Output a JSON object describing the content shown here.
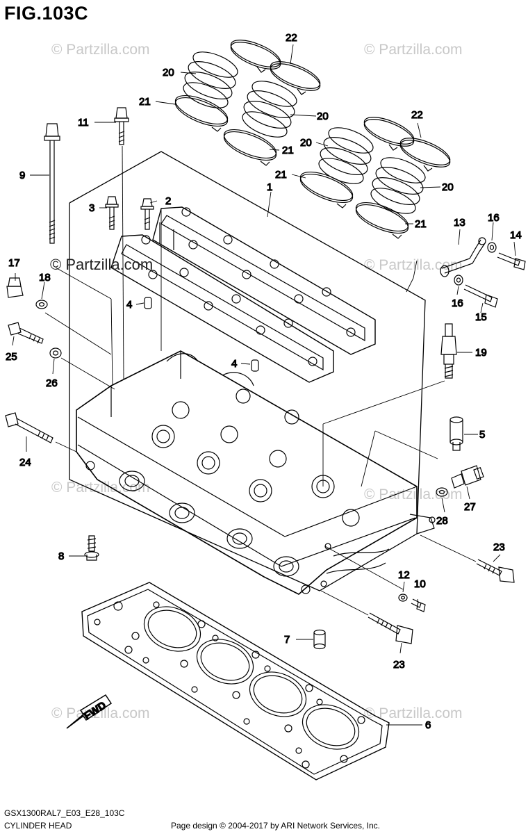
{
  "figure": {
    "title": "FIG.103C"
  },
  "footer": {
    "model_code": "GSX1300RAL7_E03_E28_103C",
    "section_name": "CYLINDER HEAD",
    "copyright": "Page design © 2004-2017 by ARI Network Services, Inc."
  },
  "watermarks": {
    "light_text": "© Partzilla.com",
    "dark_text": "© Partzilla.com"
  },
  "fwd_label": "FWD",
  "callouts": [
    "1",
    "2",
    "3",
    "4",
    "4",
    "5",
    "6",
    "7",
    "8",
    "9",
    "10",
    "11",
    "12",
    "13",
    "14",
    "15",
    "16",
    "16",
    "17",
    "18",
    "19",
    "20",
    "20",
    "20",
    "20",
    "21",
    "21",
    "21",
    "21",
    "22",
    "22",
    "23",
    "23",
    "24",
    "25",
    "26",
    "27",
    "28"
  ]
}
